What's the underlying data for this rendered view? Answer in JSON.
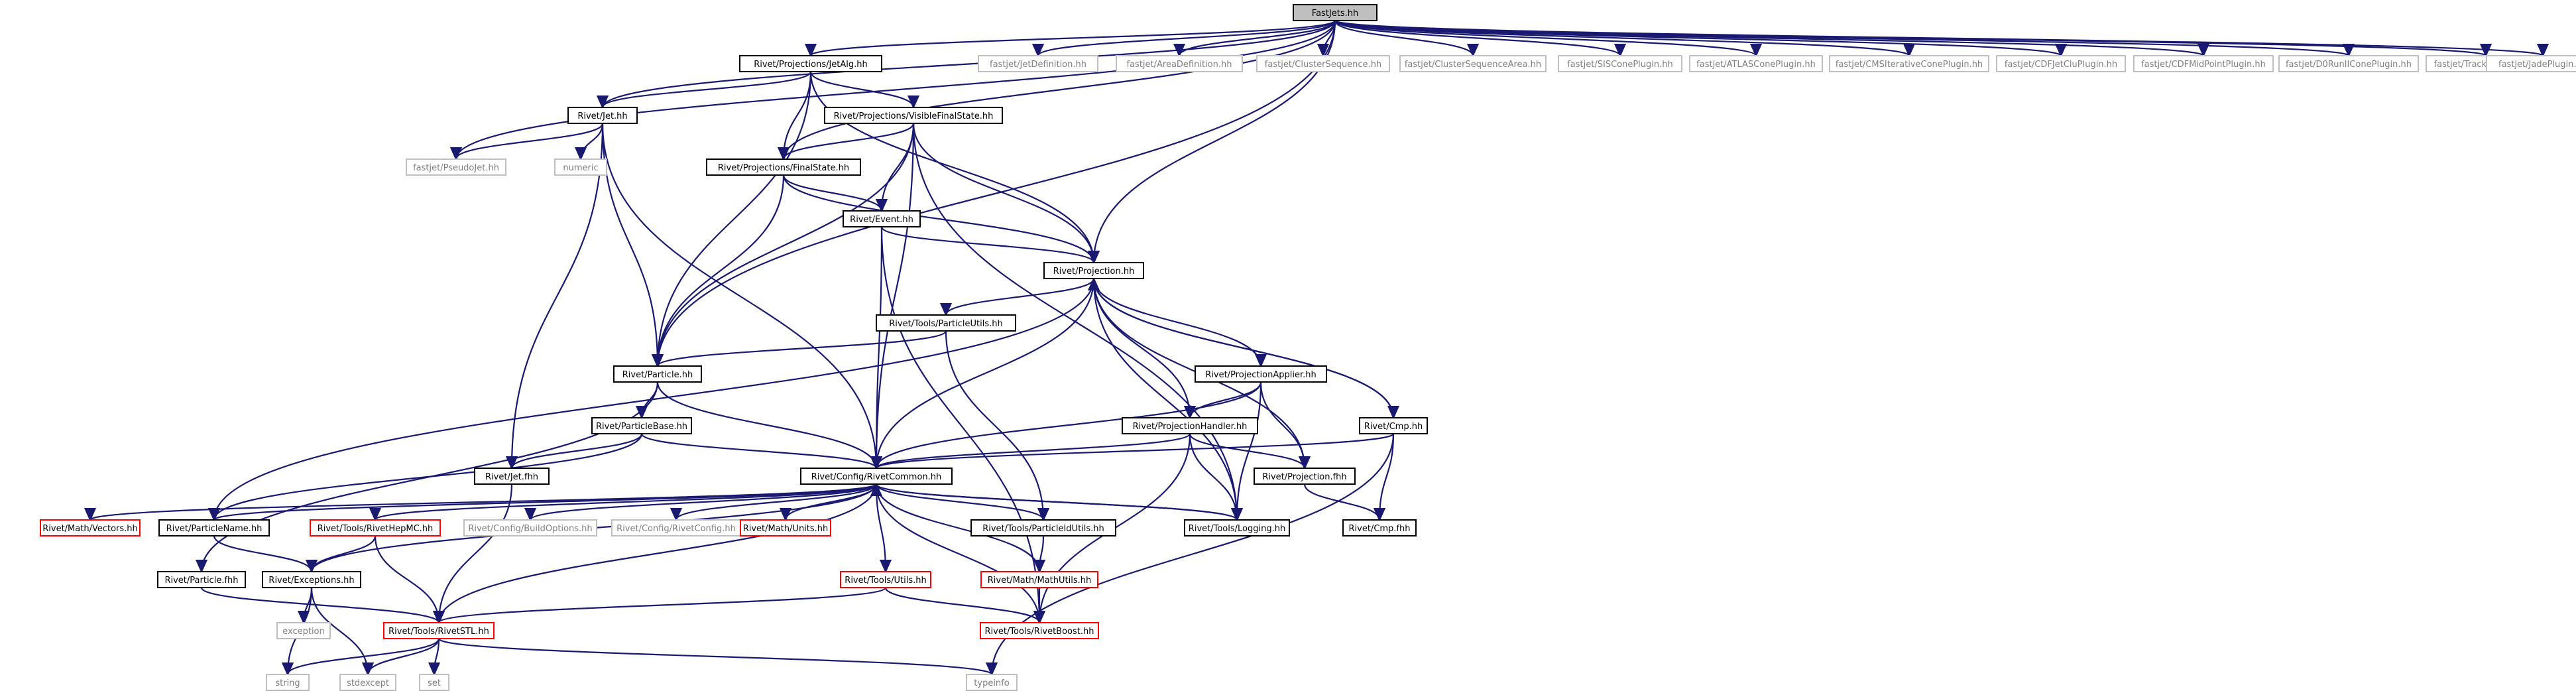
{
  "colors": {
    "edge": "#191970",
    "root_fill": "#bfbfbf",
    "box_black": "#000000",
    "box_red": "#ff0000",
    "box_gray": "#bfbfbf",
    "text_gray": "#7f7f7f"
  },
  "nodes": [
    {
      "id": "fastjets",
      "label": "FastJets.hh",
      "style": "root"
    },
    {
      "id": "jetalg",
      "label": "Rivet/Projections/JetAlg.hh",
      "style": "black"
    },
    {
      "id": "jetdef",
      "label": "fastjet/JetDefinition.hh",
      "style": "gray"
    },
    {
      "id": "areadef",
      "label": "fastjet/AreaDefinition.hh",
      "style": "gray"
    },
    {
      "id": "clusterseq",
      "label": "fastjet/ClusterSequence.hh",
      "style": "gray"
    },
    {
      "id": "clusterseqarea",
      "label": "fastjet/ClusterSequenceArea.hh",
      "style": "gray"
    },
    {
      "id": "siscone",
      "label": "fastjet/SISConePlugin.hh",
      "style": "gray"
    },
    {
      "id": "atlascone",
      "label": "fastjet/ATLASConePlugin.hh",
      "style": "gray"
    },
    {
      "id": "cmscone",
      "label": "fastjet/CMSIterativeConePlugin.hh",
      "style": "gray"
    },
    {
      "id": "cdfjetclu",
      "label": "fastjet/CDFJetCluPlugin.hh",
      "style": "gray"
    },
    {
      "id": "cdfmid",
      "label": "fastjet/CDFMidPointPlugin.hh",
      "style": "gray"
    },
    {
      "id": "d0run",
      "label": "fastjet/D0RunIIConePlugin.hh",
      "style": "gray"
    },
    {
      "id": "trackjet",
      "label": "fastjet/TrackJetPlugin.hh",
      "style": "gray"
    },
    {
      "id": "jade",
      "label": "fastjet/JadePlugin.hh",
      "style": "gray"
    },
    {
      "id": "jet",
      "label": "Rivet/Jet.hh",
      "style": "black"
    },
    {
      "id": "visiblefs",
      "label": "Rivet/Projections/VisibleFinalState.hh",
      "style": "black"
    },
    {
      "id": "pseudojet",
      "label": "fastjet/PseudoJet.hh",
      "style": "gray"
    },
    {
      "id": "numeric",
      "label": "numeric",
      "style": "gray"
    },
    {
      "id": "finalstate",
      "label": "Rivet/Projections/FinalState.hh",
      "style": "black"
    },
    {
      "id": "event",
      "label": "Rivet/Event.hh",
      "style": "black"
    },
    {
      "id": "projection",
      "label": "Rivet/Projection.hh",
      "style": "black"
    },
    {
      "id": "particleutils",
      "label": "Rivet/Tools/ParticleUtils.hh",
      "style": "black"
    },
    {
      "id": "particle",
      "label": "Rivet/Particle.hh",
      "style": "black"
    },
    {
      "id": "projapplier",
      "label": "Rivet/ProjectionApplier.hh",
      "style": "black"
    },
    {
      "id": "particlebase",
      "label": "Rivet/ParticleBase.hh",
      "style": "black"
    },
    {
      "id": "projhandler",
      "label": "Rivet/ProjectionHandler.hh",
      "style": "black"
    },
    {
      "id": "cmp",
      "label": "Rivet/Cmp.hh",
      "style": "black"
    },
    {
      "id": "jetfhh",
      "label": "Rivet/Jet.fhh",
      "style": "black"
    },
    {
      "id": "rivetcommon",
      "label": "Rivet/Config/RivetCommon.hh",
      "style": "black"
    },
    {
      "id": "projfhh",
      "label": "Rivet/Projection.fhh",
      "style": "black"
    },
    {
      "id": "vectors",
      "label": "Rivet/Math/Vectors.hh",
      "style": "red"
    },
    {
      "id": "particlename",
      "label": "Rivet/ParticleName.hh",
      "style": "black"
    },
    {
      "id": "rivethepmc",
      "label": "Rivet/Tools/RivetHepMC.hh",
      "style": "red"
    },
    {
      "id": "buildoptions",
      "label": "Rivet/Config/BuildOptions.hh",
      "style": "gray"
    },
    {
      "id": "rivetconfig",
      "label": "Rivet/Config/RivetConfig.hh",
      "style": "gray"
    },
    {
      "id": "units",
      "label": "Rivet/Math/Units.hh",
      "style": "red"
    },
    {
      "id": "particleidutils",
      "label": "Rivet/Tools/ParticleIdUtils.hh",
      "style": "black"
    },
    {
      "id": "logging",
      "label": "Rivet/Tools/Logging.hh",
      "style": "black"
    },
    {
      "id": "cmpfhh",
      "label": "Rivet/Cmp.fhh",
      "style": "black"
    },
    {
      "id": "particlefhh",
      "label": "Rivet/Particle.fhh",
      "style": "black"
    },
    {
      "id": "exceptions",
      "label": "Rivet/Exceptions.hh",
      "style": "black"
    },
    {
      "id": "utils",
      "label": "Rivet/Tools/Utils.hh",
      "style": "red"
    },
    {
      "id": "mathutils",
      "label": "Rivet/Math/MathUtils.hh",
      "style": "red"
    },
    {
      "id": "exception",
      "label": "exception",
      "style": "gray"
    },
    {
      "id": "rivetstl",
      "label": "Rivet/Tools/RivetSTL.hh",
      "style": "red"
    },
    {
      "id": "rivetboost",
      "label": "Rivet/Tools/RivetBoost.hh",
      "style": "red"
    },
    {
      "id": "string",
      "label": "string",
      "style": "gray"
    },
    {
      "id": "stdexcept",
      "label": "stdexcept",
      "style": "gray"
    },
    {
      "id": "set",
      "label": "set",
      "style": "gray"
    },
    {
      "id": "typeinfo",
      "label": "typeinfo",
      "style": "gray"
    }
  ],
  "edges": [
    [
      "fastjets",
      "jetalg"
    ],
    [
      "fastjets",
      "jetdef"
    ],
    [
      "fastjets",
      "areadef"
    ],
    [
      "fastjets",
      "clusterseq"
    ],
    [
      "fastjets",
      "clusterseqarea"
    ],
    [
      "fastjets",
      "siscone"
    ],
    [
      "fastjets",
      "atlascone"
    ],
    [
      "fastjets",
      "cmscone"
    ],
    [
      "fastjets",
      "cdfjetclu"
    ],
    [
      "fastjets",
      "cdfmid"
    ],
    [
      "fastjets",
      "d0run"
    ],
    [
      "fastjets",
      "trackjet"
    ],
    [
      "fastjets",
      "jade"
    ],
    [
      "fastjets",
      "jet"
    ],
    [
      "fastjets",
      "pseudojet"
    ],
    [
      "fastjets",
      "finalstate"
    ],
    [
      "fastjets",
      "projection"
    ],
    [
      "fastjets",
      "particle"
    ],
    [
      "jetalg",
      "jet"
    ],
    [
      "jetalg",
      "visiblefs"
    ],
    [
      "jetalg",
      "finalstate"
    ],
    [
      "jetalg",
      "projection"
    ],
    [
      "jetalg",
      "particle"
    ],
    [
      "jet",
      "pseudojet"
    ],
    [
      "jet",
      "numeric"
    ],
    [
      "jet",
      "jetfhh"
    ],
    [
      "jet",
      "particle"
    ],
    [
      "jet",
      "rivetcommon"
    ],
    [
      "visiblefs",
      "finalstate"
    ],
    [
      "visiblefs",
      "event"
    ],
    [
      "visiblefs",
      "projection"
    ],
    [
      "visiblefs",
      "particle"
    ],
    [
      "visiblefs",
      "rivetcommon"
    ],
    [
      "visiblefs",
      "logging"
    ],
    [
      "finalstate",
      "event"
    ],
    [
      "finalstate",
      "projection"
    ],
    [
      "finalstate",
      "particle"
    ],
    [
      "event",
      "projection"
    ],
    [
      "event",
      "rivetcommon"
    ],
    [
      "event",
      "rivetboost"
    ],
    [
      "projection",
      "particleutils"
    ],
    [
      "projection",
      "projapplier"
    ],
    [
      "projection",
      "projhandler"
    ],
    [
      "projection",
      "cmp"
    ],
    [
      "projection",
      "rivetcommon"
    ],
    [
      "projection",
      "projfhh"
    ],
    [
      "projection",
      "logging"
    ],
    [
      "projection",
      "particlename"
    ],
    [
      "particleutils",
      "particle"
    ],
    [
      "particleutils",
      "particleidutils"
    ],
    [
      "particle",
      "particlebase"
    ],
    [
      "particle",
      "rivetcommon"
    ],
    [
      "particle",
      "particlefhh"
    ],
    [
      "projapplier",
      "projhandler"
    ],
    [
      "projapplier",
      "rivetcommon"
    ],
    [
      "projapplier",
      "projfhh"
    ],
    [
      "projapplier",
      "logging"
    ],
    [
      "particlebase",
      "rivetcommon"
    ],
    [
      "particlebase",
      "jetfhh"
    ],
    [
      "particlebase",
      "particlename"
    ],
    [
      "projhandler",
      "rivetcommon"
    ],
    [
      "projhandler",
      "projfhh"
    ],
    [
      "projhandler",
      "logging"
    ],
    [
      "projhandler",
      "rivetboost"
    ],
    [
      "cmp",
      "projection"
    ],
    [
      "cmp",
      "rivetcommon"
    ],
    [
      "cmp",
      "cmpfhh"
    ],
    [
      "cmp",
      "typeinfo"
    ],
    [
      "jetfhh",
      "rivetstl"
    ],
    [
      "rivetcommon",
      "vectors"
    ],
    [
      "rivetcommon",
      "particlename"
    ],
    [
      "rivetcommon",
      "rivethepmc"
    ],
    [
      "rivetcommon",
      "buildoptions"
    ],
    [
      "rivetcommon",
      "rivetconfig"
    ],
    [
      "rivetcommon",
      "units"
    ],
    [
      "rivetcommon",
      "particleidutils"
    ],
    [
      "rivetcommon",
      "logging"
    ],
    [
      "rivetcommon",
      "exceptions"
    ],
    [
      "rivetcommon",
      "utils"
    ],
    [
      "rivetcommon",
      "mathutils"
    ],
    [
      "rivetcommon",
      "rivetboost"
    ],
    [
      "rivetcommon",
      "rivetstl"
    ],
    [
      "logging",
      "rivetcommon"
    ],
    [
      "projfhh",
      "cmpfhh"
    ],
    [
      "particlename",
      "exceptions"
    ],
    [
      "rivethepmc",
      "exceptions"
    ],
    [
      "rivethepmc",
      "rivetstl"
    ],
    [
      "particleidutils",
      "mathutils"
    ],
    [
      "utils",
      "rivetstl"
    ],
    [
      "utils",
      "rivetboost"
    ],
    [
      "mathutils",
      "rivetboost"
    ],
    [
      "particlefhh",
      "rivetstl"
    ],
    [
      "exceptions",
      "exception"
    ],
    [
      "exceptions",
      "stdexcept"
    ],
    [
      "exceptions",
      "string"
    ],
    [
      "rivetstl",
      "string"
    ],
    [
      "rivetstl",
      "stdexcept"
    ],
    [
      "rivetstl",
      "set"
    ],
    [
      "rivetstl",
      "typeinfo"
    ]
  ]
}
